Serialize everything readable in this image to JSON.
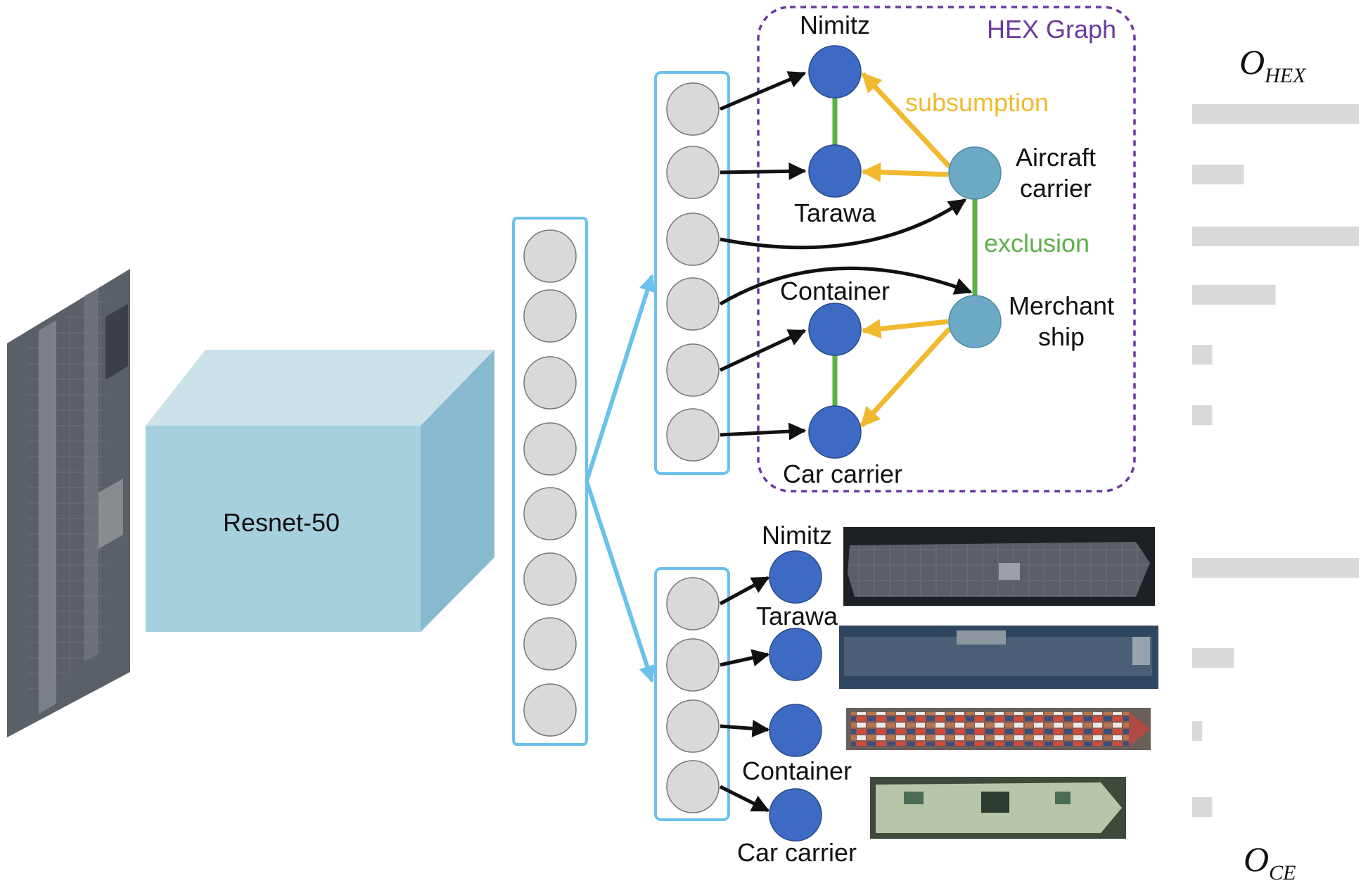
{
  "backbone": {
    "label": "Resnet-50"
  },
  "hex_graph": {
    "title": "HEX Graph",
    "nodes": {
      "nimitz": "Nimitz",
      "tarawa": "Tarawa",
      "container": "Container",
      "car_carrier": "Car carrier",
      "aircraft_carrier": [
        "Aircraft",
        "carrier"
      ],
      "merchant_ship": [
        "Merchant",
        "ship"
      ]
    },
    "edge_labels": {
      "subsumption": "subsumption",
      "exclusion": "exclusion"
    }
  },
  "ce_head": {
    "classes": [
      "Nimitz",
      "Tarawa",
      "Container",
      "Car carrier"
    ]
  },
  "outputs": {
    "hex": {
      "symbol": "O",
      "subscript": "HEX",
      "bars": [
        1.0,
        0.31,
        1.0,
        0.5,
        0.12,
        0.12
      ]
    },
    "ce": {
      "symbol": "O",
      "subscript": "CE",
      "bars": [
        1.0,
        0.25,
        0.06,
        0.12
      ]
    }
  },
  "colors": {
    "feature_box": "#6cc0ec",
    "neuron": "#d9d9d9",
    "class_node": "#3d6bc4",
    "super_node": "#6ba9c4",
    "subsumption": "#f0b92e",
    "exclusion": "#5cb04a",
    "graph_border": "#6a3aa0",
    "bar": "#d9d9d9",
    "cube_front": "#a7d0de",
    "cube_top": "#cbe2ea",
    "cube_side": "#87b9cf"
  }
}
